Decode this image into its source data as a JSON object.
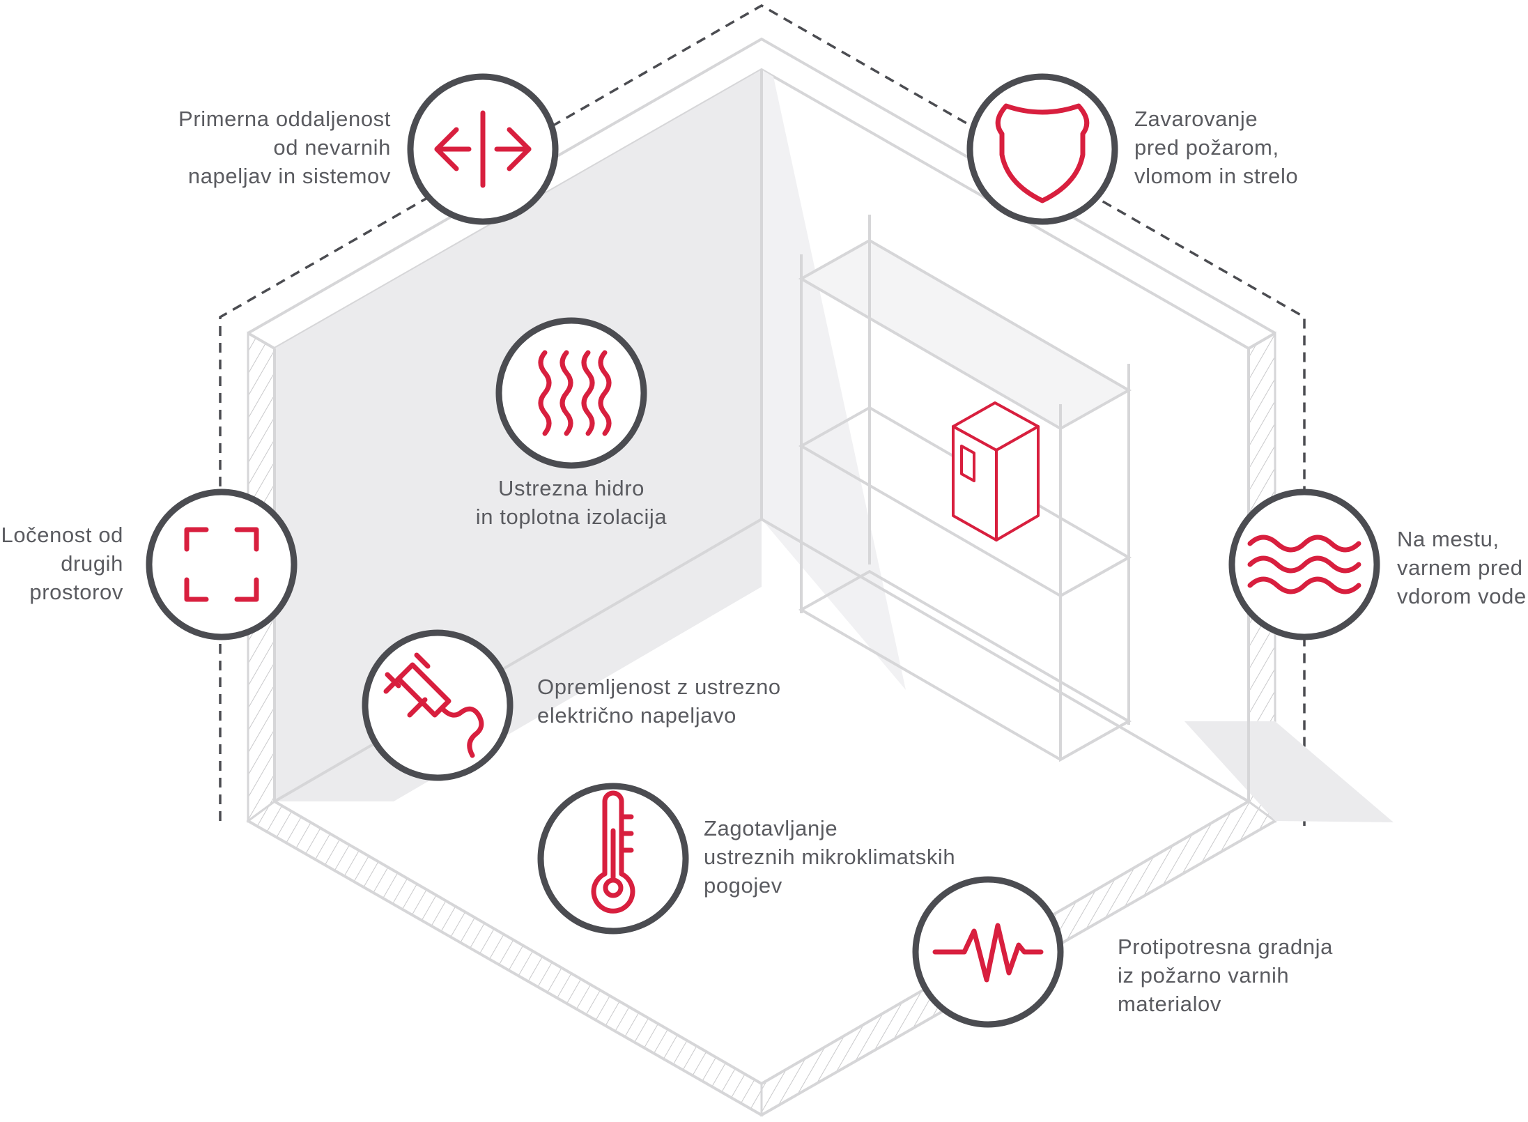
{
  "colors": {
    "accent": "#d81f3e",
    "circle_stroke": "#4b4c51",
    "wall_fill": "#ebebed",
    "line_gray": "#d6d6d8",
    "text": "#5a5b60"
  },
  "features": [
    {
      "id": "distance",
      "icon": "arrows-separator-icon",
      "lines": [
        "Primerna oddaljenost",
        "od nevarnih",
        "napeljav in sistemov"
      ]
    },
    {
      "id": "protection",
      "icon": "shield-icon",
      "lines": [
        "Zavarovanje",
        "pred požarom,",
        "vlomom in strelo"
      ]
    },
    {
      "id": "insulation",
      "icon": "heat-waves-icon",
      "lines": [
        "Ustrezna hidro",
        "in toplotna izolacija"
      ]
    },
    {
      "id": "separation",
      "icon": "frame-corners-icon",
      "lines": [
        "Ločenost od",
        "drugih",
        "prostorov"
      ]
    },
    {
      "id": "water",
      "icon": "water-waves-icon",
      "lines": [
        "Na mestu,",
        "varnem pred",
        "vdorom vode"
      ]
    },
    {
      "id": "electrical",
      "icon": "power-plug-icon",
      "lines": [
        "Opremljenost z ustrezno",
        "električno napeljavo"
      ]
    },
    {
      "id": "climate",
      "icon": "thermometer-icon",
      "lines": [
        "Zagotavljanje",
        "ustreznih mikroklimatskih",
        "pogojev"
      ]
    },
    {
      "id": "earthquake",
      "icon": "seismic-wave-icon",
      "lines": [
        "Protipotresna gradnja",
        "iz požarno varnih",
        "materialov"
      ]
    }
  ]
}
